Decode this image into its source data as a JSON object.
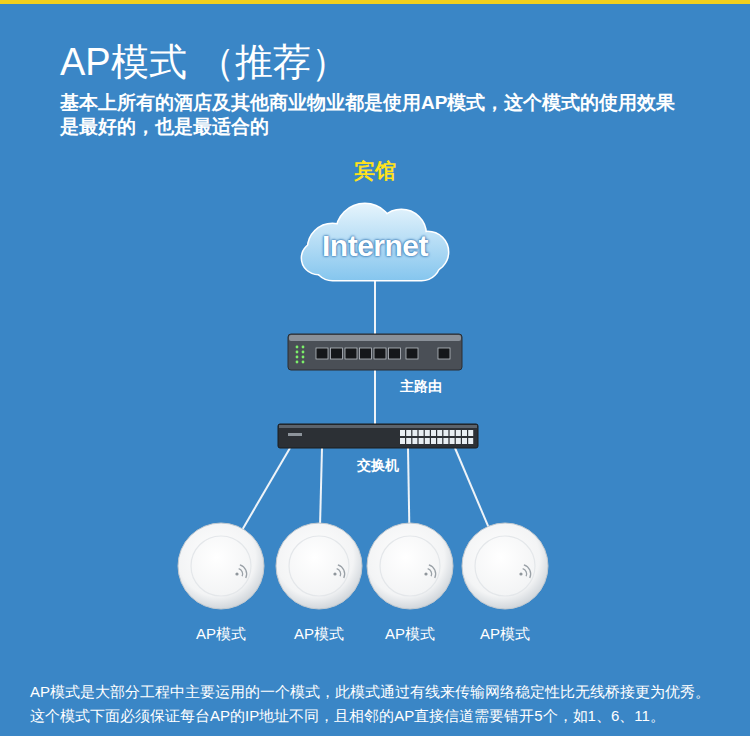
{
  "diagram": {
    "title": "AP模式 （推荐）",
    "caption": "AP模式是大部分工程中主要运用的一个模式，此模式通过有线来传输网络稳定性比无线桥接更为优秀。 这个模式下面必须保证每台AP的IP地址不同，且相邻的AP直接信道需要错开5个，如1、6、11。",
    "nodes": [
      {
        "text": [
          "Internet"
        ]
      },
      {
        "text": [
          "主路由"
        ]
      },
      {
        "text": [
          "交换机"
        ]
      },
      {
        "text": [
          "AP模式"
        ]
      },
      {
        "text": [
          "AP模式"
        ]
      },
      {
        "text": [
          "AP模式"
        ]
      },
      {
        "text": [
          "AP模式"
        ]
      }
    ],
    "edges": [
      {
        "from": 0,
        "to": 1,
        "arrow": "none"
      },
      {
        "from": 1,
        "to": 2,
        "arrow": "none"
      },
      {
        "from": 2,
        "to": 3,
        "arrow": "none"
      },
      {
        "from": 2,
        "to": 4,
        "arrow": "none"
      },
      {
        "from": 2,
        "to": 5,
        "arrow": "none"
      },
      {
        "from": 2,
        "to": 6,
        "arrow": "none"
      }
    ],
    "labels": [
      "基本上所有的酒店及其他商业物业都是使用AP模式，这个模式的使用效果 是最好的，也是最适合的",
      "宾馆"
    ]
  }
}
